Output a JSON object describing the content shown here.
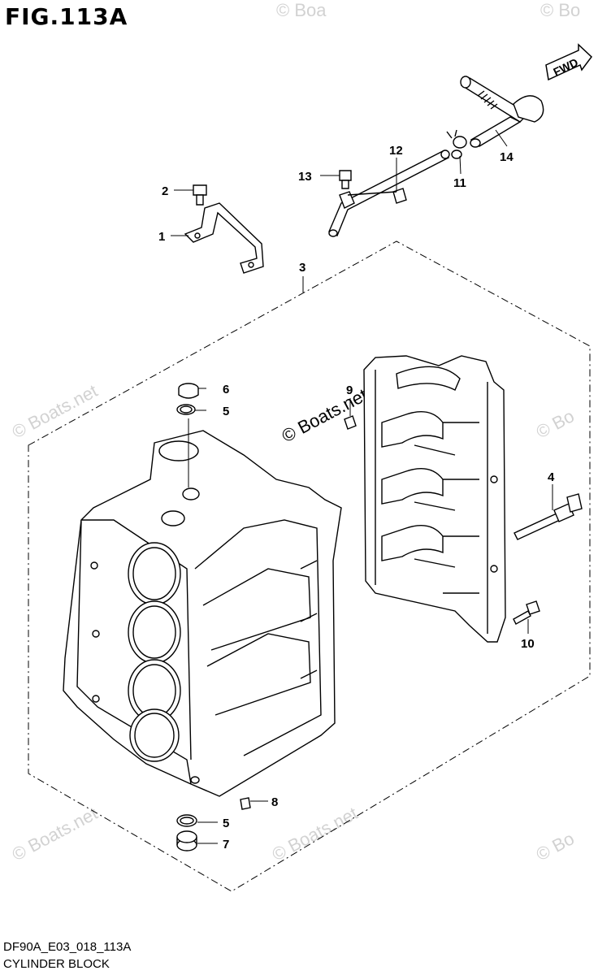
{
  "figure": {
    "title": "FIG.113A",
    "code": "DF90A_E03_018_113A",
    "caption": "CYLINDER BLOCK",
    "fwd_label": "FWD"
  },
  "watermark": {
    "text": "© Boats.net",
    "short": "© Boa",
    "corner": "© Bo"
  },
  "callouts": [
    {
      "id": "1",
      "label": "1"
    },
    {
      "id": "2",
      "label": "2"
    },
    {
      "id": "3",
      "label": "3"
    },
    {
      "id": "4",
      "label": "4"
    },
    {
      "id": "5a",
      "label": "5"
    },
    {
      "id": "5b",
      "label": "5"
    },
    {
      "id": "6",
      "label": "6"
    },
    {
      "id": "7",
      "label": "7"
    },
    {
      "id": "8",
      "label": "8"
    },
    {
      "id": "9",
      "label": "9"
    },
    {
      "id": "10",
      "label": "10"
    },
    {
      "id": "11",
      "label": "11"
    },
    {
      "id": "12",
      "label": "12"
    },
    {
      "id": "13",
      "label": "13"
    },
    {
      "id": "14",
      "label": "14"
    }
  ]
}
